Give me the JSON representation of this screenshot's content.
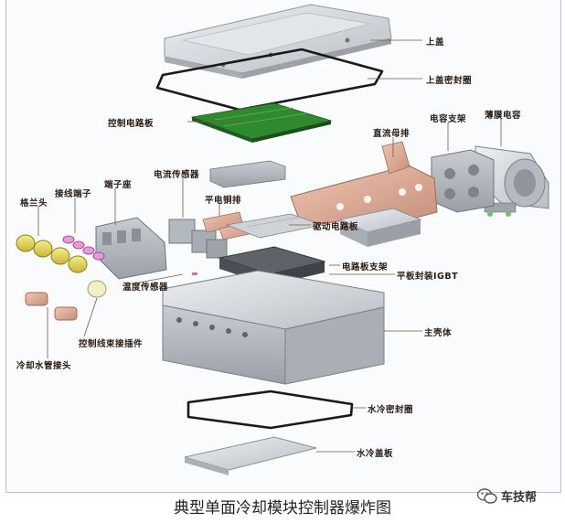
{
  "diagram": {
    "caption": "典型单面冷却模块控制器爆炸图",
    "watermark": {
      "icon": "wechat-icon",
      "text": "车技帮"
    },
    "labels": {
      "upper_cover": "上盖",
      "upper_cover_seal": "上盖密封圈",
      "control_board": "控制电路板",
      "dc_busbar": "直流母排",
      "capacitor_bracket": "电容支架",
      "film_capacitor": "薄膜电容",
      "cable_gland": "格兰头",
      "terminal": "接线端子",
      "terminal_block": "端子座",
      "current_sensor": "电流传感器",
      "flat_copper_bar": "平电铜排",
      "driver_board": "驱动电路板",
      "board_bracket": "电路板支架",
      "igbt": "平板封装IGBT",
      "temp_sensor": "温度传感器",
      "main_housing": "主壳体",
      "control_harness": "控制线束接插件",
      "coolant_fitting": "冷却水管接头",
      "water_seal": "水冷密封圈",
      "water_plate": "水冷盖板"
    },
    "colors": {
      "label_text": "#2a1c12",
      "leader": "#7a5a3a",
      "pcb": "#2f8a2f",
      "copper": "#d9a58f",
      "metal": "#d2d5d8"
    }
  }
}
